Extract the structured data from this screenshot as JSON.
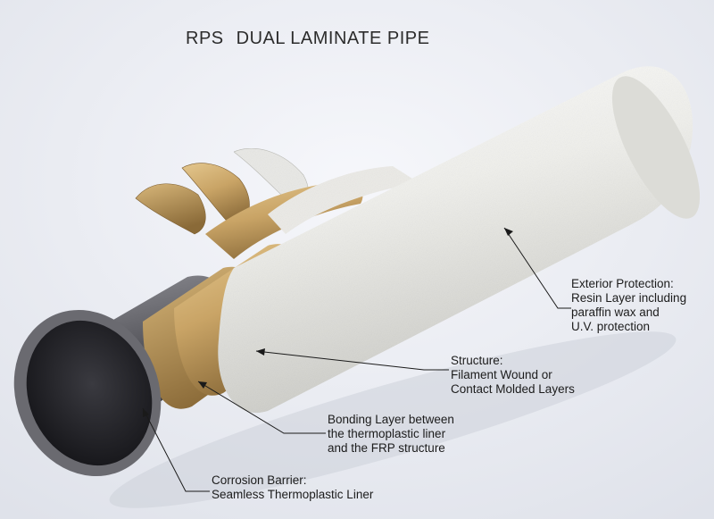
{
  "title": {
    "brand": "RPS",
    "product": "DUAL LAMINATE PIPE"
  },
  "callouts": {
    "exterior": {
      "lines": [
        "Exterior Protection:",
        "Resin Layer including",
        "paraffin wax and",
        "U.V. protection"
      ]
    },
    "structure": {
      "lines": [
        "Structure:",
        "Filament Wound or",
        "Contact Molded Layers"
      ]
    },
    "bonding": {
      "lines": [
        "Bonding Layer between",
        "the thermoplastic liner",
        "and the FRP structure"
      ]
    },
    "corrosion": {
      "lines": [
        "Corrosion Barrier:",
        "Seamless Thermoplastic Liner"
      ]
    }
  },
  "colors": {
    "background": "#eef0f6",
    "exterior_layer": "#f1f1ee",
    "structure_layer": "#c9a466",
    "bonding_layer": "#b8955a",
    "liner": "#5a5a5e",
    "liner_inner": "#2a2a2e",
    "leader": "#1a1a1a"
  }
}
